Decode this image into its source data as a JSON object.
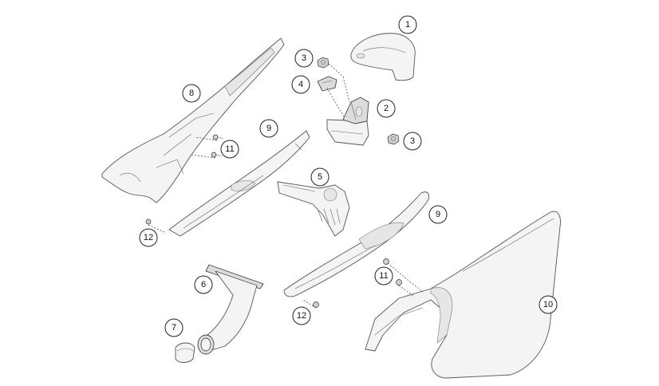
{
  "callouts": [
    {
      "id": "c1",
      "number": "1"
    },
    {
      "id": "c2",
      "number": "2"
    },
    {
      "id": "c3a",
      "number": "3"
    },
    {
      "id": "c3b",
      "number": "3"
    },
    {
      "id": "c4",
      "number": "4"
    },
    {
      "id": "c5",
      "number": "5"
    },
    {
      "id": "c6",
      "number": "6"
    },
    {
      "id": "c7",
      "number": "7"
    },
    {
      "id": "c8",
      "number": "8"
    },
    {
      "id": "c9a",
      "number": "9"
    },
    {
      "id": "c9b",
      "number": "9"
    },
    {
      "id": "c10",
      "number": "10"
    },
    {
      "id": "c11a",
      "number": "11"
    },
    {
      "id": "c11b",
      "number": "11"
    },
    {
      "id": "c12a",
      "number": "12"
    },
    {
      "id": "c12b",
      "number": "12"
    }
  ]
}
